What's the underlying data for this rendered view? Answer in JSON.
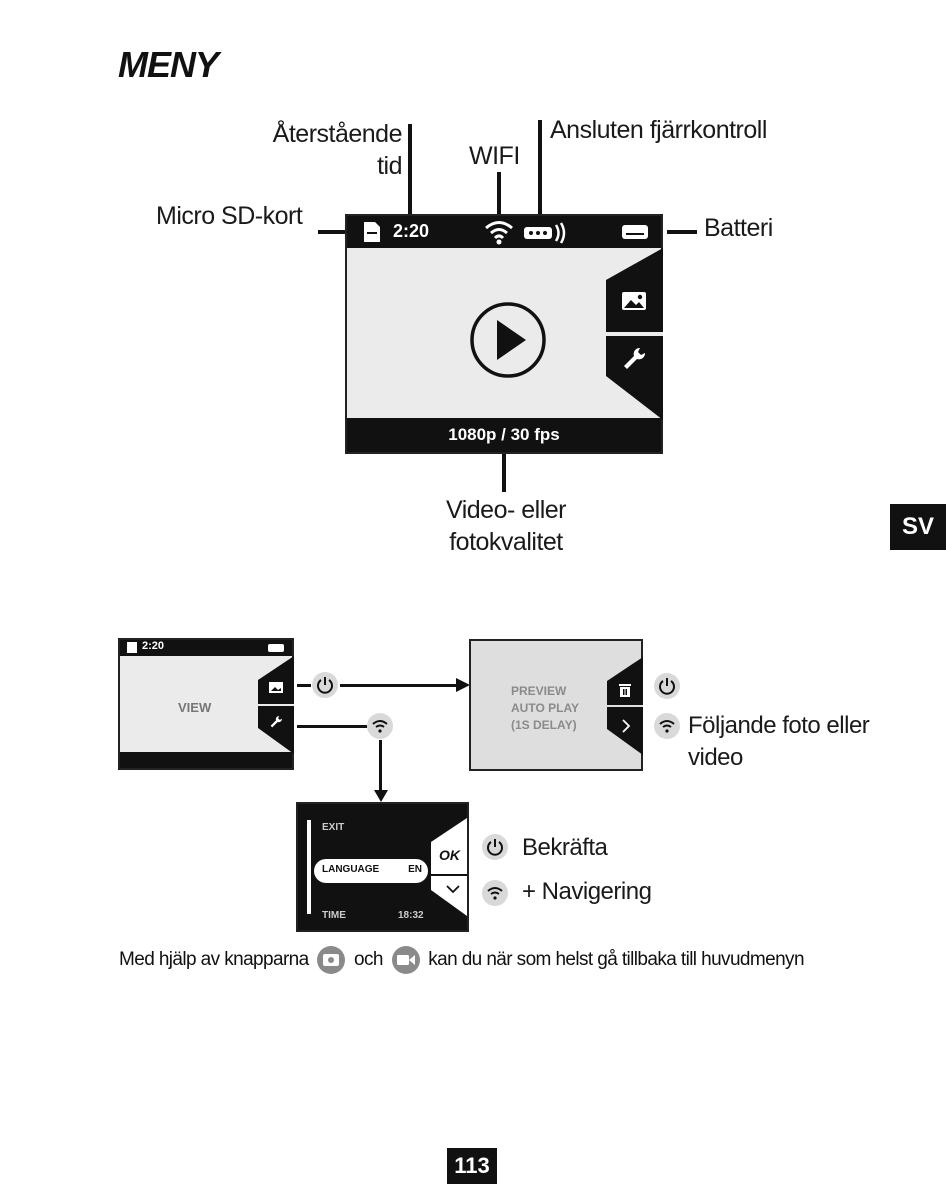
{
  "title": "MENY",
  "labels": {
    "remaining_time": [
      "Återstående",
      "tid"
    ],
    "wifi": "WIFI",
    "remote": "Ansluten fjärrkontroll",
    "micro_sd": "Micro SD-kort",
    "battery": "Batteri",
    "quality": [
      "Video- eller",
      "fotokvalitet"
    ]
  },
  "main_screen": {
    "time": "2:20",
    "resolution": "1080p / 30 fps"
  },
  "language_tab": "SV",
  "flow": {
    "view_label": "VIEW",
    "view_time": "2:20",
    "preview_lines": [
      "PREVIEW",
      "AUTO PLAY",
      "(1S DELAY)"
    ],
    "next_label": [
      "Följande foto eller",
      "video"
    ],
    "settings_rows": [
      "EXIT",
      "LANGUAGE",
      "TIME"
    ],
    "settings_values": [
      "EN",
      "18:32"
    ],
    "ok_label": "OK",
    "confirm": "Bekräfta",
    "navigation": "+ Navigering"
  },
  "footer": {
    "part1": "Med hjälp av knapparna",
    "part2": "och",
    "part3": "kan du när som helst gå tillbaka till huvudmenyn"
  },
  "page_number": "113",
  "icons": [
    "sd-card-icon",
    "wifi-icon",
    "remote-icon",
    "battery-icon",
    "gallery-icon",
    "wrench-icon",
    "play-icon",
    "power-icon",
    "trash-icon",
    "chevron-right-icon",
    "chevron-down-icon",
    "photo-mode-icon",
    "video-mode-icon"
  ]
}
